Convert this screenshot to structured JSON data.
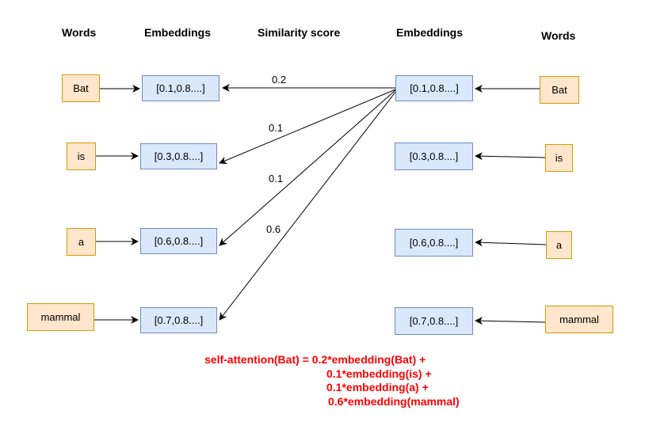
{
  "headers": {
    "left_words": "Words",
    "left_embeddings": "Embeddings",
    "similarity": "Similarity score",
    "right_embeddings": "Embeddings",
    "right_words": "Words"
  },
  "left_words": [
    "Bat",
    "is",
    "a",
    "mammal"
  ],
  "left_embeddings": [
    "[0.1,0.8....]",
    "[0.3,0.8....]",
    "[0.6,0.8....]",
    "[0.7,0.8....]"
  ],
  "right_embeddings": [
    "[0.1,0.8....]",
    "[0.3,0.8....]",
    "[0.6,0.8....]",
    "[0.7,0.8....]"
  ],
  "right_words": [
    "Bat",
    "is",
    "a",
    "mammal"
  ],
  "scores": [
    "0.2",
    "0.1",
    "0.1",
    "0.6"
  ],
  "formula": [
    "self-attention(Bat) = 0.2*embedding(Bat) +",
    "0.1*embedding(is) +",
    "0.1*embedding(a) +",
    "0.6*embedding(mammal)"
  ],
  "colors": {
    "word_fill": "#ffe6cc",
    "word_stroke": "#d79b00",
    "embedding_fill": "#dae8fc",
    "embedding_stroke": "#6c8ebf",
    "formula": "#ff0000"
  }
}
